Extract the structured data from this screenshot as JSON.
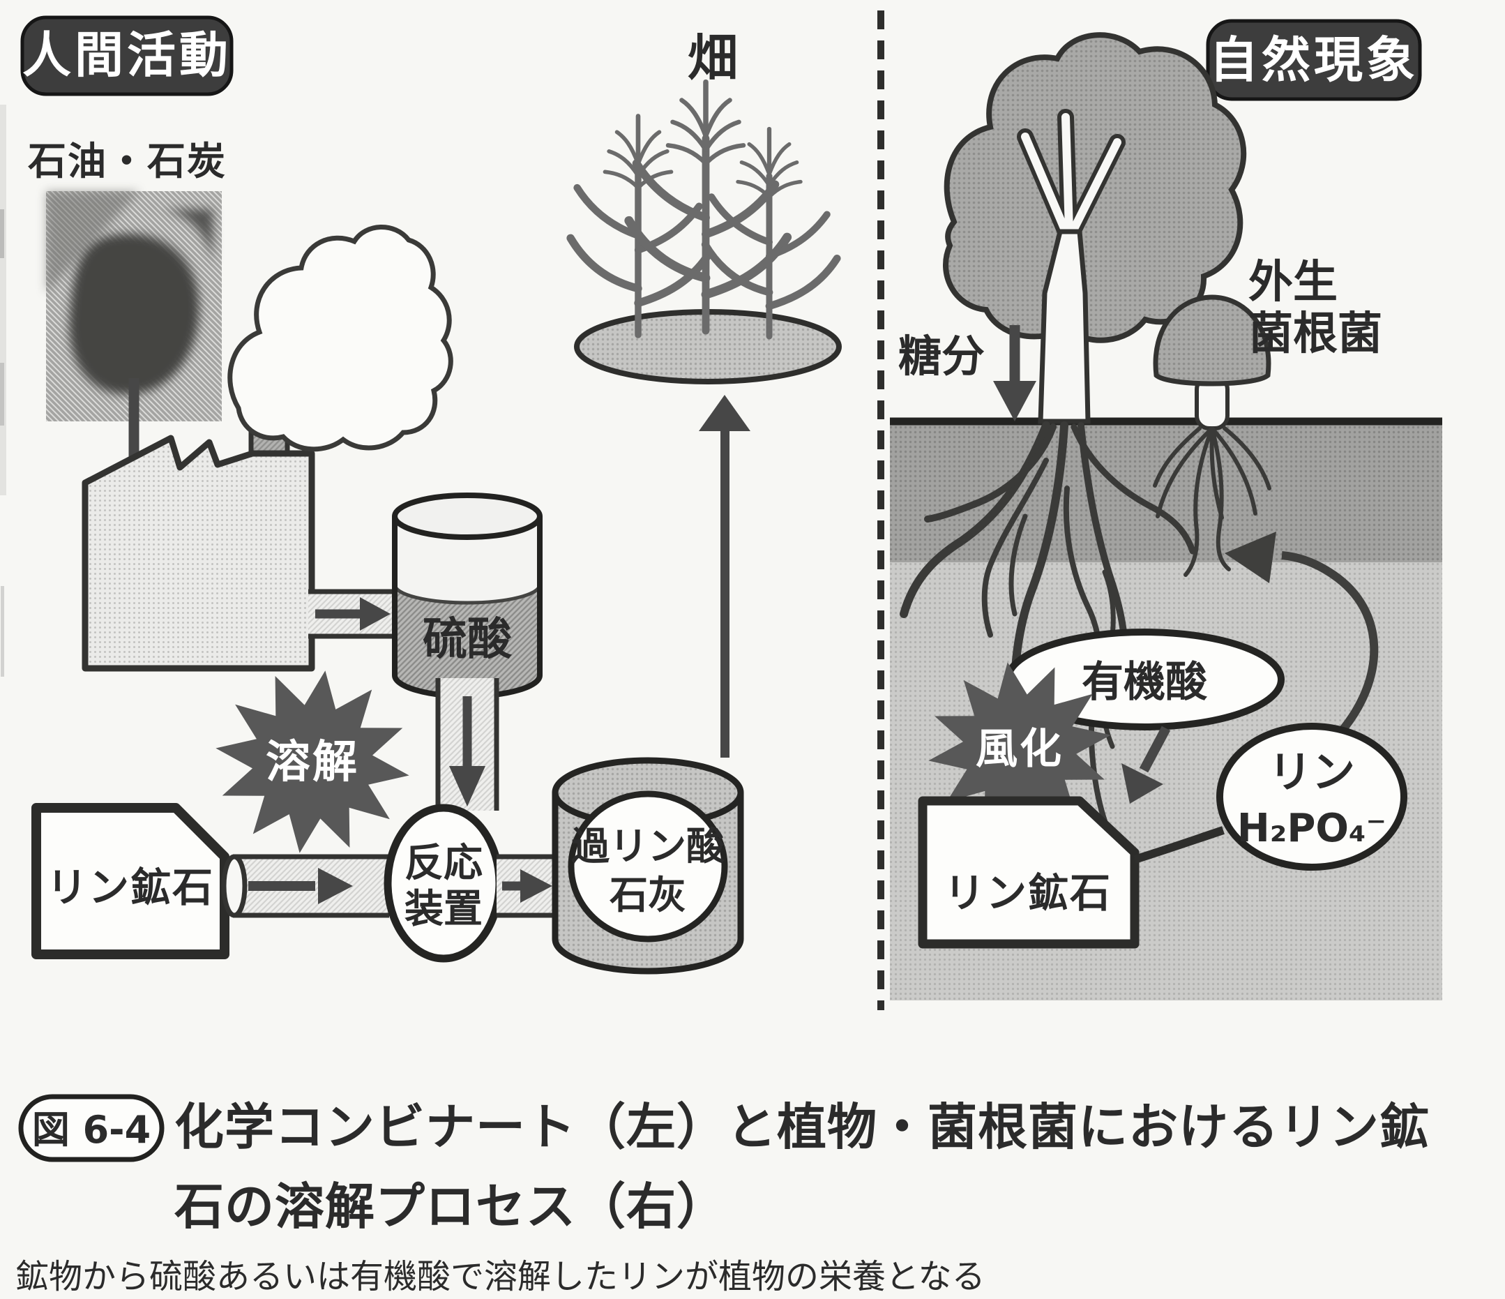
{
  "left": {
    "badge": "人間活動",
    "coal_label": "石油・石炭",
    "field_label": "畑",
    "sulfuric_acid_label": "硫酸",
    "dissolve_label": "溶解",
    "rock_label": "リン鉱石",
    "reactor_label_1": "反応",
    "reactor_label_2": "装置",
    "superphosphate_label_1": "過リン酸",
    "superphosphate_label_2": "石灰"
  },
  "right": {
    "badge": "自然現象",
    "sugar_label": "糖分",
    "fungus_label_1": "外生",
    "fungus_label_2": "菌根菌",
    "organic_acid_label": "有機酸",
    "weathering_label": "風化",
    "rock_label": "リン鉱石",
    "phosphorus_label": "リン",
    "phosphate_ion_label": "H₂PO₄⁻"
  },
  "caption": {
    "figure_tag": "図 6-4",
    "title_line_1": "化学コンビナート（左）と植物・菌根菌におけるリン鉱",
    "title_line_2": "石の溶解プロセス（右）",
    "body": "鉱物から硫酸あるいは有機酸で溶解したリンが植物の栄養となる"
  },
  "colors": {
    "ink": "#2b2b2b",
    "badge_bg": "#3d3d3d",
    "burst_bg": "#585858",
    "arrow": "#474747",
    "paper": "#f7f7f4"
  }
}
